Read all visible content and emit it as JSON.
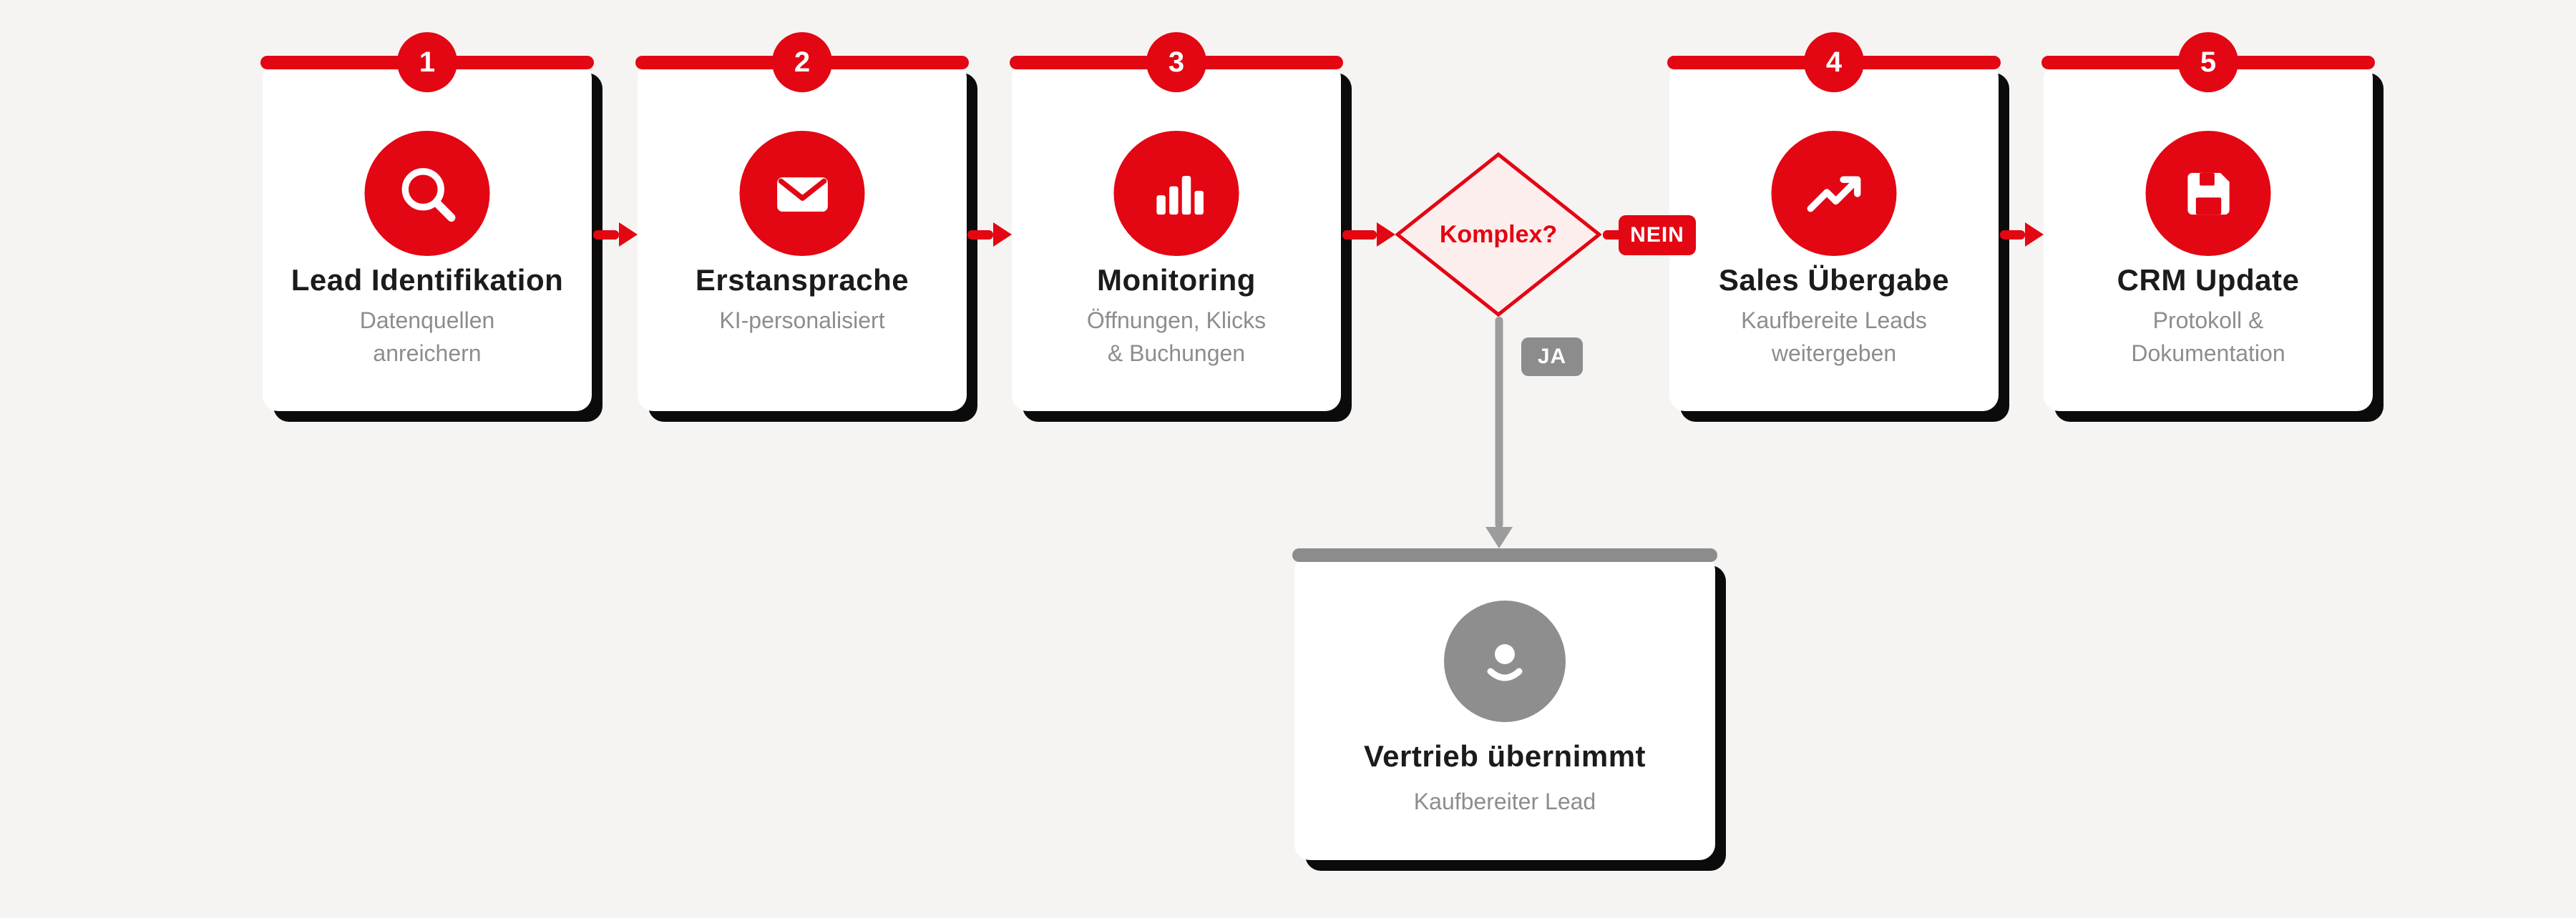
{
  "palette": {
    "background": "#f5f4f2",
    "accent_red": "#e30613",
    "neutral_gray": "#8e8e8e",
    "card_shadow": "#0b0b0b",
    "title_text": "#1b1b1b",
    "subtitle_text": "#8d8d8d",
    "diamond_fill": "#fdeeee"
  },
  "steps": [
    {
      "number": "1",
      "title": "Lead Identifikation",
      "subtitle": "Datenquellen\nanreichern",
      "icon": "search-icon"
    },
    {
      "number": "2",
      "title": "Erstansprache",
      "subtitle": "KI-personalisiert",
      "icon": "mail-icon"
    },
    {
      "number": "3",
      "title": "Monitoring",
      "subtitle": "Öffnungen, Klicks\n& Buchungen",
      "icon": "bar-chart-icon"
    },
    {
      "number": "4",
      "title": "Sales Übergabe",
      "subtitle": "Kaufbereite Leads\nweitergeben",
      "icon": "trending-up-icon"
    },
    {
      "number": "5",
      "title": "CRM Update",
      "subtitle": "Protokoll &\nDokumentation",
      "icon": "save-icon"
    }
  ],
  "decision": {
    "question": "Komplex?",
    "no_label": "NEIN",
    "yes_label": "JA"
  },
  "handover": {
    "title": "Vertrieb übernimmt",
    "subtitle": "Kaufbereiter Lead",
    "icon": "person-icon"
  }
}
